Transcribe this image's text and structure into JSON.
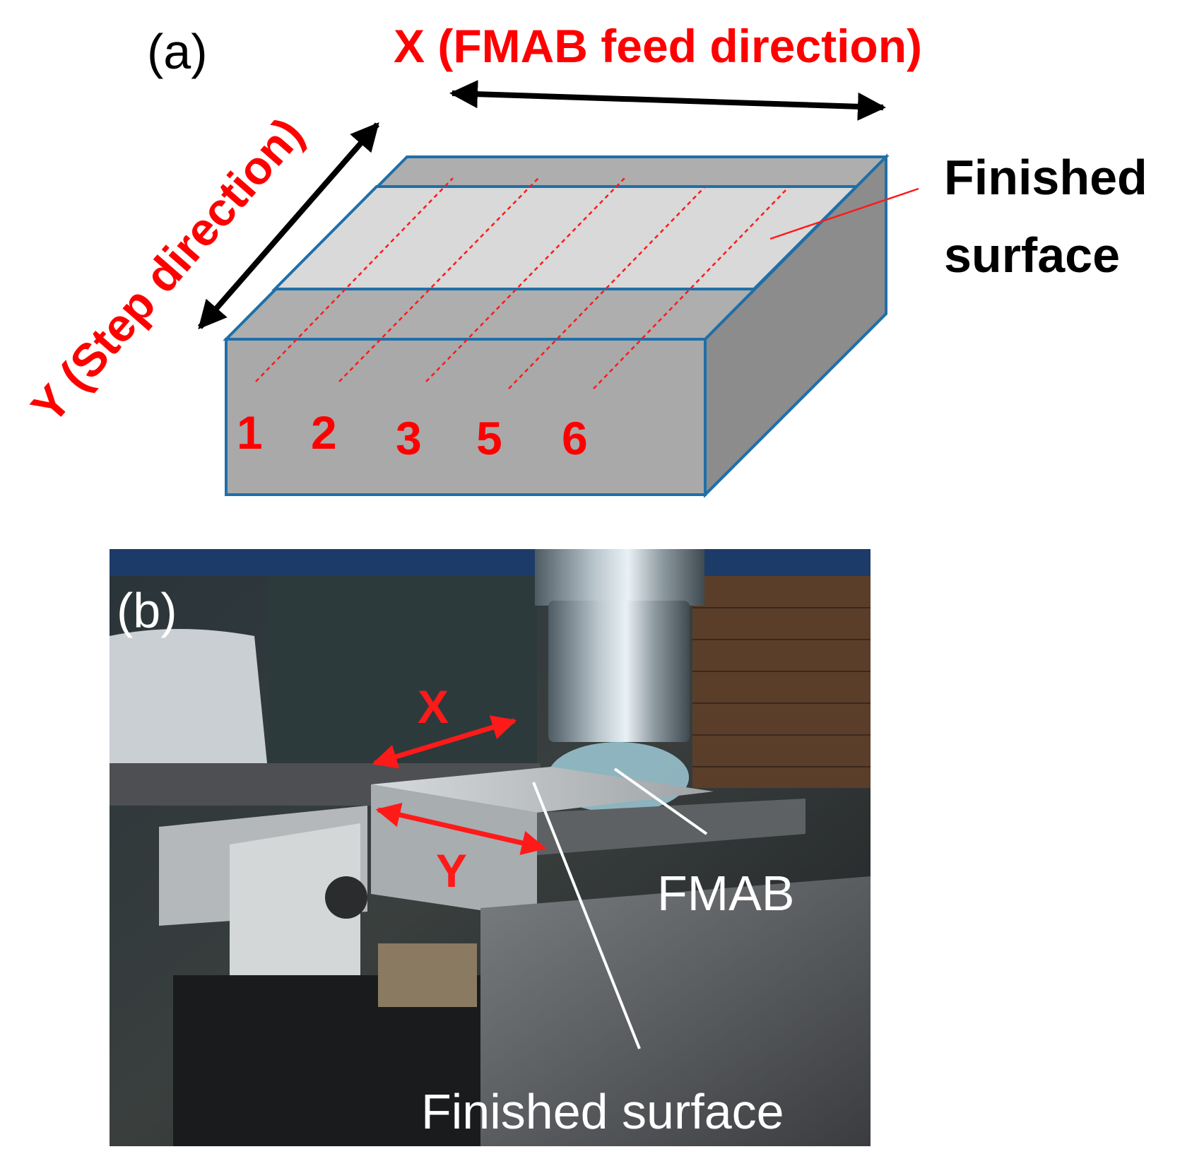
{
  "panel_a": {
    "label": "(a)",
    "x_axis_label": "X (FMAB feed direction)",
    "y_axis_label": "Y (Step direction)",
    "callout_label_line1": "Finished",
    "callout_label_line2": "surface",
    "track_numbers": [
      "1",
      "2",
      "3",
      "5",
      "6"
    ]
  },
  "panel_b": {
    "label": "(b)",
    "x_label": "X",
    "y_label": "Y",
    "fmab_label": "FMAB",
    "finished_surface_label": "Finished surface"
  },
  "colors": {
    "accent": "#ff0000",
    "block_face": "#a9a9a9",
    "block_top": "#d3d3d3",
    "block_edge": "#1f6fa8",
    "arrow": "#000000"
  }
}
